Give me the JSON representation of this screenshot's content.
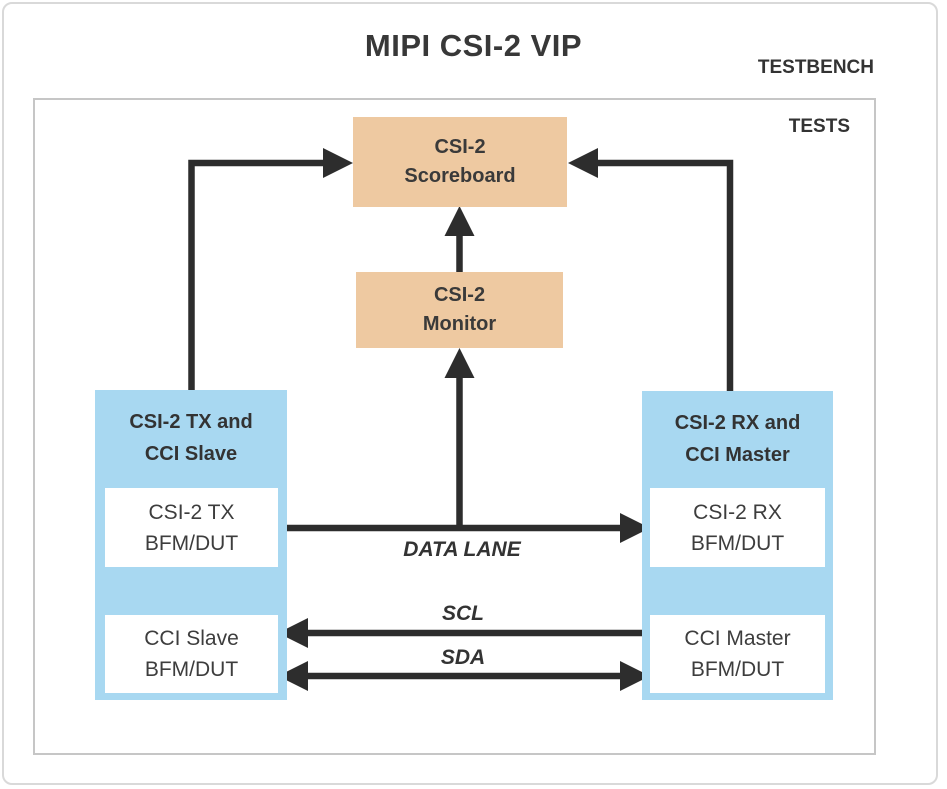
{
  "title": "MIPI CSI-2 VIP",
  "frame_labels": {
    "testbench": "TESTBENCH",
    "tests": "TESTS"
  },
  "blocks": {
    "scoreboard": {
      "line1": "CSI-2",
      "line2": "Scoreboard"
    },
    "monitor": {
      "line1": "CSI-2",
      "line2": "Monitor"
    },
    "tx": {
      "header_line1": "CSI-2 TX and",
      "header_line2": "CCI Slave",
      "csi_bfm": {
        "line1": "CSI-2 TX",
        "line2": "BFM/DUT"
      },
      "cci_bfm": {
        "line1": "CCI Slave",
        "line2": "BFM/DUT"
      }
    },
    "rx": {
      "header_line1": "CSI-2 RX and",
      "header_line2": "CCI Master",
      "csi_bfm": {
        "line1": "CSI-2 RX",
        "line2": "BFM/DUT"
      },
      "cci_bfm": {
        "line1": "CCI Master",
        "line2": "BFM/DUT"
      }
    }
  },
  "buses": {
    "data_lane": "DATA LANE",
    "scl": "SCL",
    "sda": "SDA"
  },
  "colors": {
    "tan_block": "#eec9a1",
    "blue_block": "#a8d8f1",
    "arrow": "#2d2d2d",
    "text_dark": "#3a3a3a",
    "inner_border": "#c6c6c6",
    "outer_border": "#d9d9d9"
  }
}
